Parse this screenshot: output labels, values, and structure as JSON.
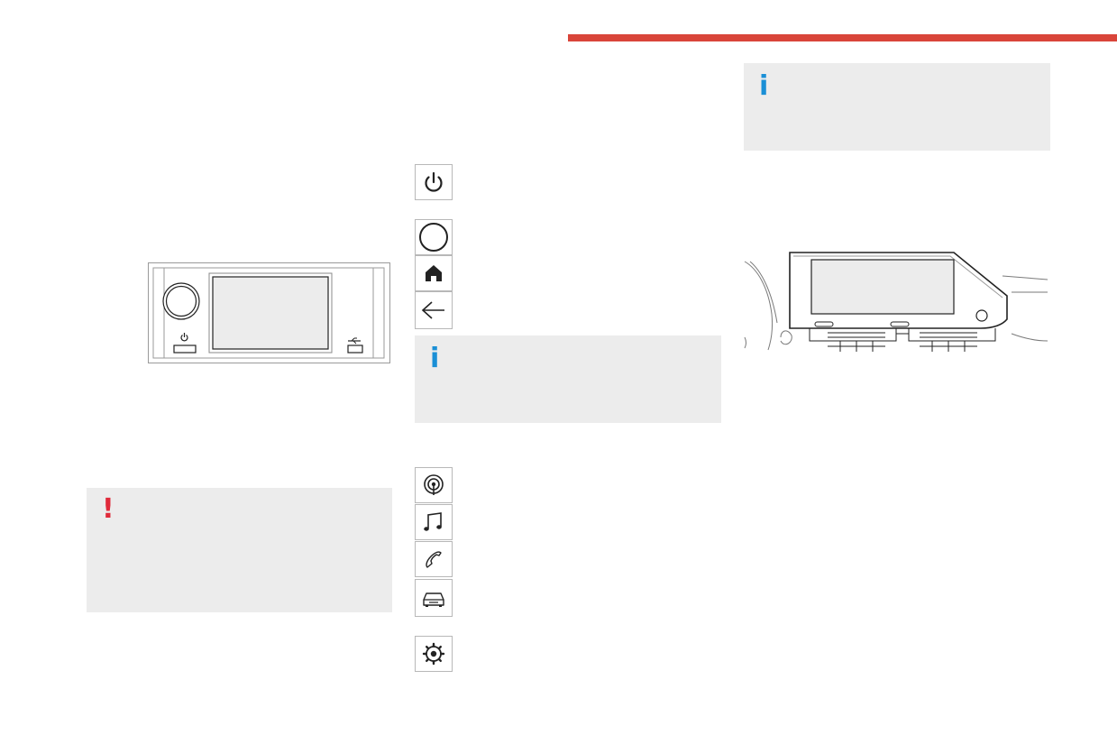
{
  "colors": {
    "header_bar": "#d9453a",
    "info_icon": "#1a8fd6",
    "warning_icon": "#e02a3a",
    "note_background": "#ececec"
  },
  "notes": {
    "info_top_right": {
      "symbol": "i",
      "icon": "info-icon"
    },
    "info_middle": {
      "symbol": "i",
      "icon": "info-icon"
    },
    "warning_left": {
      "symbol": "!",
      "icon": "warning-icon"
    }
  },
  "control_icons": [
    {
      "icon": "power-icon"
    },
    {
      "icon": "rotary-knob-icon"
    },
    {
      "icon": "home-icon"
    },
    {
      "icon": "back-arrow-icon"
    }
  ],
  "menu_icons": [
    {
      "icon": "radio-media-icon"
    },
    {
      "icon": "music-note-icon"
    },
    {
      "icon": "telephone-icon"
    },
    {
      "icon": "vehicle-icon"
    },
    {
      "icon": "settings-gear-icon"
    }
  ],
  "illustrations": {
    "radio_unit": {
      "icons": [
        "knob-icon",
        "power-icon",
        "usb-icon"
      ]
    },
    "dashboard_screen": {
      "icons": [
        "touchscreen",
        "knob-icon",
        "air-vent"
      ]
    }
  }
}
